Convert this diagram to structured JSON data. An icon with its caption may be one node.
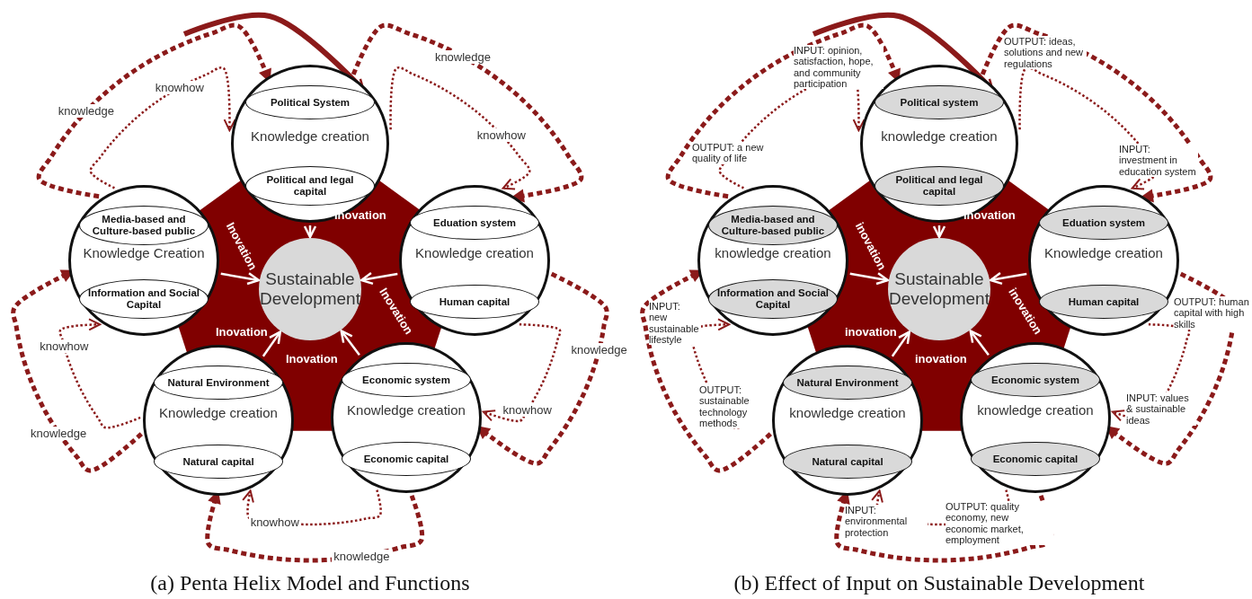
{
  "diagram": {
    "nodes": [
      {
        "text": [
          "Knowledge creation"
        ]
      },
      {
        "text": [
          "Political System"
        ],
        "in": 0
      },
      {
        "text": [
          "Political and legal capital"
        ],
        "in": 0
      },
      {
        "text": [
          "Knowledge Creation"
        ]
      },
      {
        "text": [
          "Media-based and Culture-based public"
        ],
        "in": 3
      },
      {
        "text": [
          "Information and Social Capital"
        ],
        "in": 3
      },
      {
        "text": [
          "Sustainable Development"
        ]
      },
      {
        "text": [
          "Knowledge creation"
        ]
      },
      {
        "text": [
          "Eduation system"
        ],
        "in": 7
      },
      {
        "text": [
          "Human capital"
        ],
        "in": 7
      },
      {
        "text": [
          "Knowledge creation"
        ]
      },
      {
        "text": [
          "Natural Environment"
        ],
        "in": 10
      },
      {
        "text": [
          "Natural capital"
        ],
        "in": 10
      },
      {
        "text": [
          "Knowledge creation"
        ]
      },
      {
        "text": [
          "Economic system"
        ],
        "in": 13
      },
      {
        "text": [
          "Economic capital"
        ],
        "in": 13
      },
      {
        "text": [
          "knowledge creation"
        ],
        "beside": [
          "INPUT: opinion, satisfaction, hope, and community participation",
          "OUTPUT: ideas, solutions and new regulations"
        ]
      },
      {
        "text": [
          "Political system"
        ],
        "in": 16
      },
      {
        "text": [
          "Political and legal capital"
        ],
        "in": 16
      },
      {
        "text": [
          "knowledge creation"
        ],
        "beside": [
          "OUTPUT: a new quality of life",
          "INPUT: new sustainable lifestyle"
        ]
      },
      {
        "text": [
          "Media-based and Culture-based public"
        ],
        "in": 19
      },
      {
        "text": [
          "Information and Social Capital"
        ],
        "in": 19
      },
      {
        "text": [
          "Sustainable Development"
        ]
      },
      {
        "text": [
          "Knowledge creation"
        ],
        "beside": [
          "INPUT: investment in education system",
          "OUTPUT: human capital with high skills"
        ]
      },
      {
        "text": [
          "Eduation system"
        ],
        "in": 23
      },
      {
        "text": [
          "Human capital"
        ],
        "in": 23
      },
      {
        "text": [
          "knowledge creation"
        ],
        "beside": [
          "OUTPUT: sustainable technology methods",
          "INPUT: environmental protection"
        ]
      },
      {
        "text": [
          "Natural Environment"
        ],
        "in": 26
      },
      {
        "text": [
          "Natural capital"
        ],
        "in": 26
      },
      {
        "text": [
          "knowledge creation"
        ],
        "beside": [
          "INPUT: values & sustainable ideas",
          "OUTPUT: quality economy, new economic market, employment"
        ]
      },
      {
        "text": [
          "Economic system"
        ],
        "in": 29
      },
      {
        "text": [
          "Economic capital"
        ],
        "in": 29
      }
    ],
    "edges": [
      {
        "from": 0,
        "to": 6,
        "arrow": "to",
        "label": "Inovation",
        "color": "#ffffff"
      },
      {
        "from": 3,
        "to": 6,
        "arrow": "to",
        "label": "Inovation",
        "color": "#ffffff"
      },
      {
        "from": 7,
        "to": 6,
        "arrow": "to",
        "label": "Inovation",
        "color": "#ffffff"
      },
      {
        "from": 10,
        "to": 6,
        "arrow": "to",
        "label": "Inovation",
        "color": "#ffffff"
      },
      {
        "from": 13,
        "to": 6,
        "arrow": "to",
        "label": "Inovation",
        "color": "#ffffff"
      },
      {
        "from": null,
        "to": 1,
        "arrow": "to",
        "style": "thick"
      },
      {
        "from": 0,
        "to": 7,
        "arrow": "to",
        "label": "knowledge",
        "style": "dashed"
      },
      {
        "from": 0,
        "to": 7,
        "arrow": "to",
        "label": "knowhow",
        "style": "dashed"
      },
      {
        "from": 7,
        "to": 13,
        "arrow": "to",
        "label": "knowledge",
        "style": "dashed"
      },
      {
        "from": 7,
        "to": 13,
        "arrow": "to",
        "label": "knowhow",
        "style": "dashed"
      },
      {
        "from": 13,
        "to": 10,
        "arrow": "to",
        "label": "knowledge",
        "style": "dashed"
      },
      {
        "from": 13,
        "to": 10,
        "arrow": "to",
        "label": "knowhow",
        "style": "dashed"
      },
      {
        "from": 10,
        "to": 3,
        "arrow": "to",
        "label": "knowledge",
        "style": "dashed"
      },
      {
        "from": 10,
        "to": 3,
        "arrow": "to",
        "label": "knowhow",
        "style": "dashed"
      },
      {
        "from": 3,
        "to": 0,
        "arrow": "to",
        "label": "knowledge",
        "style": "dashed"
      },
      {
        "from": 3,
        "to": 0,
        "arrow": "to",
        "label": "knowhow",
        "style": "dashed"
      },
      {
        "from": 16,
        "to": 22,
        "arrow": "to",
        "label": "inovation",
        "color": "#ffffff"
      },
      {
        "from": 19,
        "to": 22,
        "arrow": "to",
        "label": "inovation",
        "color": "#ffffff"
      },
      {
        "from": 23,
        "to": 22,
        "arrow": "to",
        "label": "inovation",
        "color": "#ffffff"
      },
      {
        "from": 26,
        "to": 22,
        "arrow": "to",
        "label": "inovation",
        "color": "#ffffff"
      },
      {
        "from": 29,
        "to": 22,
        "arrow": "to",
        "label": "inovation",
        "color": "#ffffff"
      },
      {
        "from": null,
        "to": 17,
        "arrow": "to",
        "style": "thick"
      },
      {
        "from": 16,
        "to": 23,
        "arrow": "to",
        "style": "dashed"
      },
      {
        "from": 16,
        "to": 23,
        "arrow": "to",
        "style": "dashed"
      },
      {
        "from": 23,
        "to": 29,
        "arrow": "to",
        "style": "dashed"
      },
      {
        "from": 23,
        "to": 29,
        "arrow": "to",
        "style": "dashed"
      },
      {
        "from": 29,
        "to": 26,
        "arrow": "to",
        "style": "dashed"
      },
      {
        "from": 29,
        "to": 26,
        "arrow": "to",
        "style": "dashed"
      },
      {
        "from": 26,
        "to": 19,
        "arrow": "to",
        "style": "dashed"
      },
      {
        "from": 26,
        "to": 19,
        "arrow": "to",
        "style": "dashed"
      },
      {
        "from": 19,
        "to": 16,
        "arrow": "to",
        "style": "dashed"
      },
      {
        "from": 19,
        "to": 16,
        "arrow": "to",
        "style": "dashed"
      }
    ],
    "labels": [
      "(a) Penta Helix Model and Functions",
      "(b) Effect of Input on Sustainable Development"
    ]
  }
}
